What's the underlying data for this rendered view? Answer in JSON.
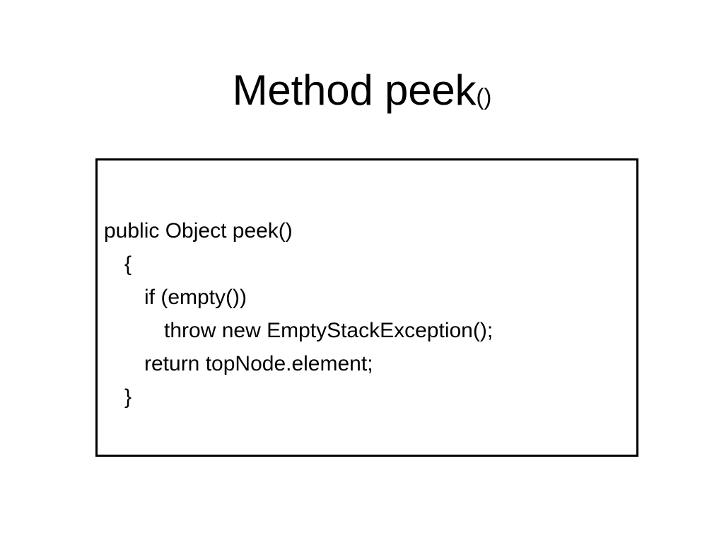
{
  "slide": {
    "title": {
      "main": "Method peek",
      "suffix": "()"
    },
    "background_color": "#ffffff",
    "text_color": "#000000"
  },
  "code_box": {
    "border_color": "#000000",
    "background_color": "#ffffff",
    "language": "java",
    "lines": [
      {
        "text": "public Object peek()",
        "indent": 0
      },
      {
        "text": "{",
        "indent": 1
      },
      {
        "text": "if (empty())",
        "indent": 2
      },
      {
        "text": "throw new EmptyStackException();",
        "indent": 3
      },
      {
        "text": "return topNode.element;",
        "indent": 2
      },
      {
        "text": "}",
        "indent": 1
      }
    ]
  }
}
